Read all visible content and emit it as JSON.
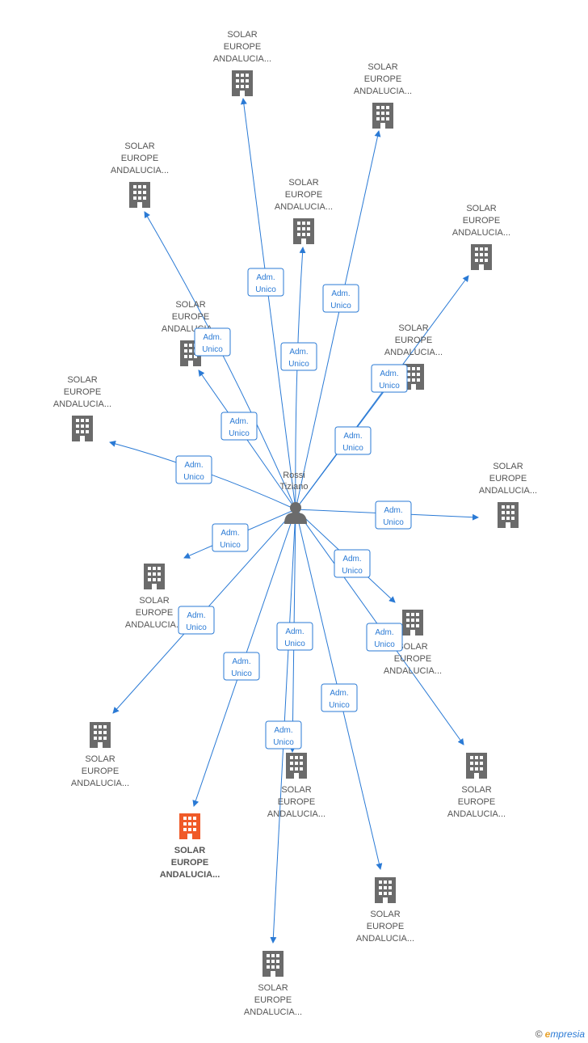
{
  "center": {
    "name_line1": "Rossi",
    "name_line2": "Tiziano"
  },
  "role_label": {
    "line1": "Adm.",
    "line2": "Unico"
  },
  "company_label": {
    "line1": "SOLAR",
    "line2": "EUROPE",
    "line3": "ANDALUCIA..."
  },
  "colors": {
    "edge": "#2a7ad5",
    "icon": "#6b6b6b",
    "highlight": "#f05a28",
    "label": "#555555"
  },
  "nodes": [
    {
      "id": "n1",
      "highlight": false
    },
    {
      "id": "n2",
      "highlight": false
    },
    {
      "id": "n3",
      "highlight": false
    },
    {
      "id": "n4",
      "highlight": false
    },
    {
      "id": "n5",
      "highlight": false
    },
    {
      "id": "n6",
      "highlight": false
    },
    {
      "id": "n7",
      "highlight": false
    },
    {
      "id": "n8",
      "highlight": false
    },
    {
      "id": "n9",
      "highlight": false
    },
    {
      "id": "n10",
      "highlight": false
    },
    {
      "id": "n11",
      "highlight": false
    },
    {
      "id": "n12",
      "highlight": false
    },
    {
      "id": "n13",
      "highlight": false
    },
    {
      "id": "n14",
      "highlight": false
    },
    {
      "id": "n15",
      "highlight": false
    },
    {
      "id": "n16",
      "highlight": true
    },
    {
      "id": "n17",
      "highlight": false
    },
    {
      "id": "n18",
      "highlight": false
    }
  ],
  "footer": {
    "copyright": "©",
    "brand_first": "e",
    "brand_rest": "mpresia"
  }
}
